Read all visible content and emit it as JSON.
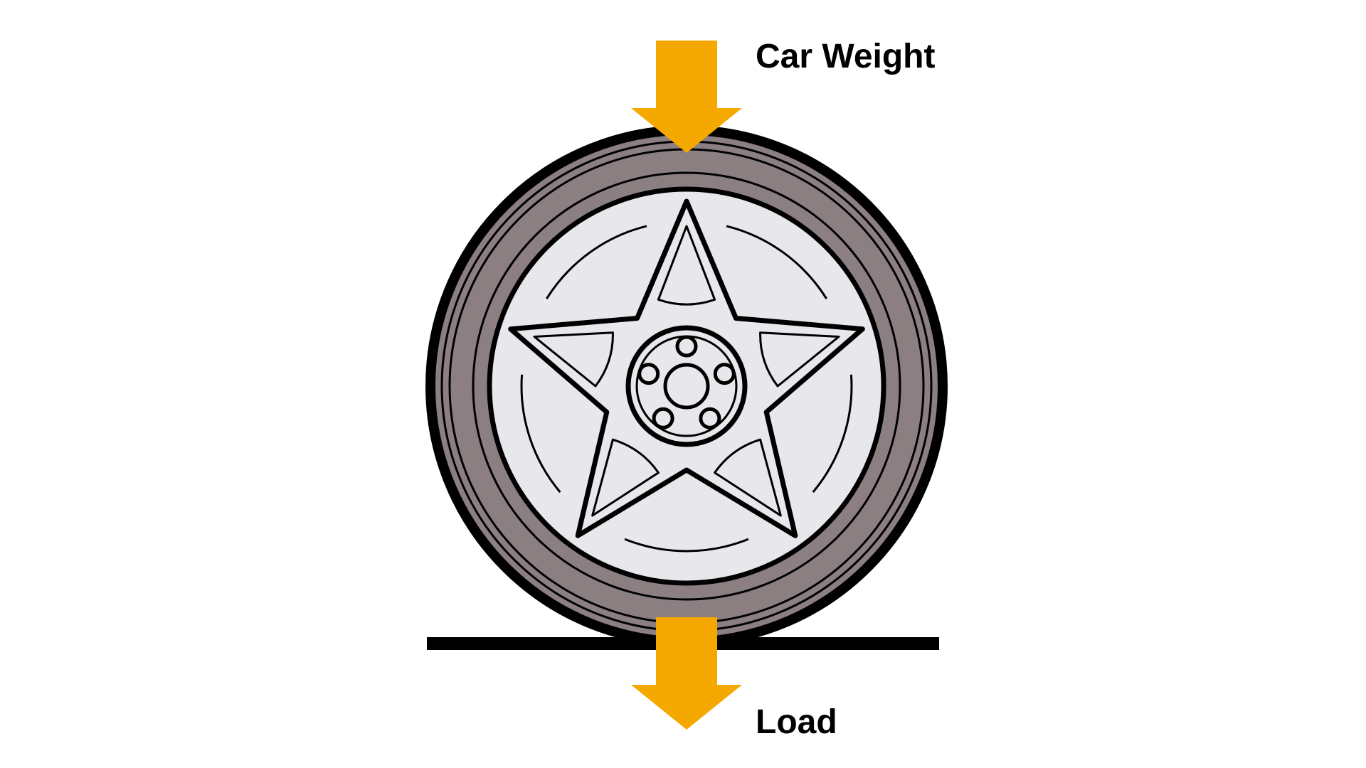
{
  "labels": {
    "top_arrow": "Car Weight",
    "bottom_arrow": "Load"
  },
  "colors": {
    "arrow": "#F5A800",
    "tire": "#8B7F82",
    "rim": "#E8E8EC",
    "outline": "#000000",
    "background": "#FFFFFF"
  },
  "wheel": {
    "spoke_count": 5,
    "lug_nut_count": 5
  }
}
